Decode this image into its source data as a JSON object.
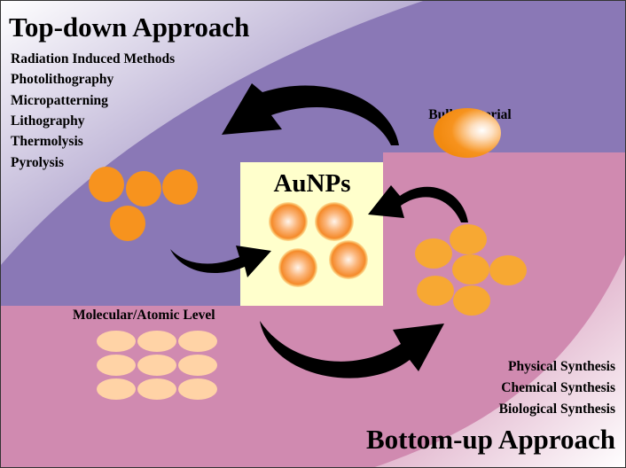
{
  "top_down": {
    "title": "Top-down Approach",
    "methods": [
      "Radiation Induced Methods",
      "Photolithography",
      "Micropatterning",
      "Lithography",
      "Thermolysis",
      "Pyrolysis"
    ]
  },
  "bulk_label": "Bulk Material",
  "center_label": "AuNPs",
  "molecular_label": "Molecular/Atomic Level",
  "bottom_up": {
    "title": "Bottom-up Approach",
    "methods": [
      "Physical Synthesis",
      "Chemical Synthesis",
      "Biological Synthesis"
    ]
  }
}
